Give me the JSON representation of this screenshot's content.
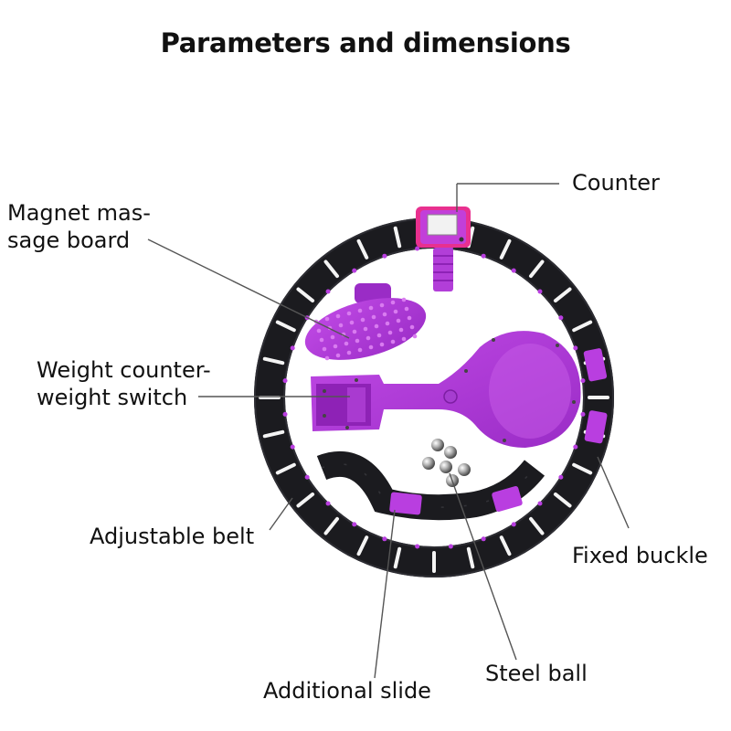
{
  "title": "Parameters and dimensions",
  "labels": {
    "counter": "Counter",
    "magnet_line1": "Magnet mas-",
    "magnet_line2": "sage board",
    "weight_line1": "Weight counter-",
    "weight_line2": "weight switch",
    "adjustable_belt": "Adjustable belt",
    "fixed_buckle": "Fixed buckle",
    "steel_ball": "Steel ball",
    "additional_slide": "Additional slide"
  },
  "colors": {
    "ring": "#1b1b1f",
    "purple": "#b93ee0",
    "purple_dark": "#8e22b6",
    "pink_frame": "#e8308f",
    "leader_line": "#555555",
    "steel": "#9a9a9a"
  }
}
